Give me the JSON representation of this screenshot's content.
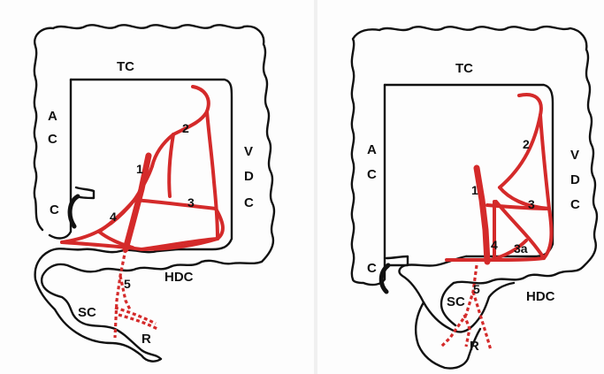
{
  "left_panel": {
    "labels": {
      "tc": "TC",
      "ac_a": "A",
      "ac_c": "C",
      "c": "C",
      "vdc_v": "V",
      "vdc_d": "D",
      "vdc_c": "C",
      "hdc": "HDC",
      "sc": "SC",
      "r": "R",
      "n1": "1",
      "n2": "2",
      "n3": "3",
      "n4": "4",
      "n5": "5"
    }
  },
  "right_panel": {
    "labels": {
      "tc": "TC",
      "ac_a": "A",
      "ac_c": "C",
      "c": "C",
      "vdc_v": "V",
      "vdc_d": "D",
      "vdc_c": "C",
      "hdc": "HDC",
      "sc": "SC",
      "r": "R",
      "n1": "1",
      "n2": "2",
      "n3": "3",
      "n3a": "3a",
      "n4": "4",
      "n5": "5"
    }
  },
  "colors": {
    "vessel": "#d42a2a",
    "outline": "#111111"
  }
}
